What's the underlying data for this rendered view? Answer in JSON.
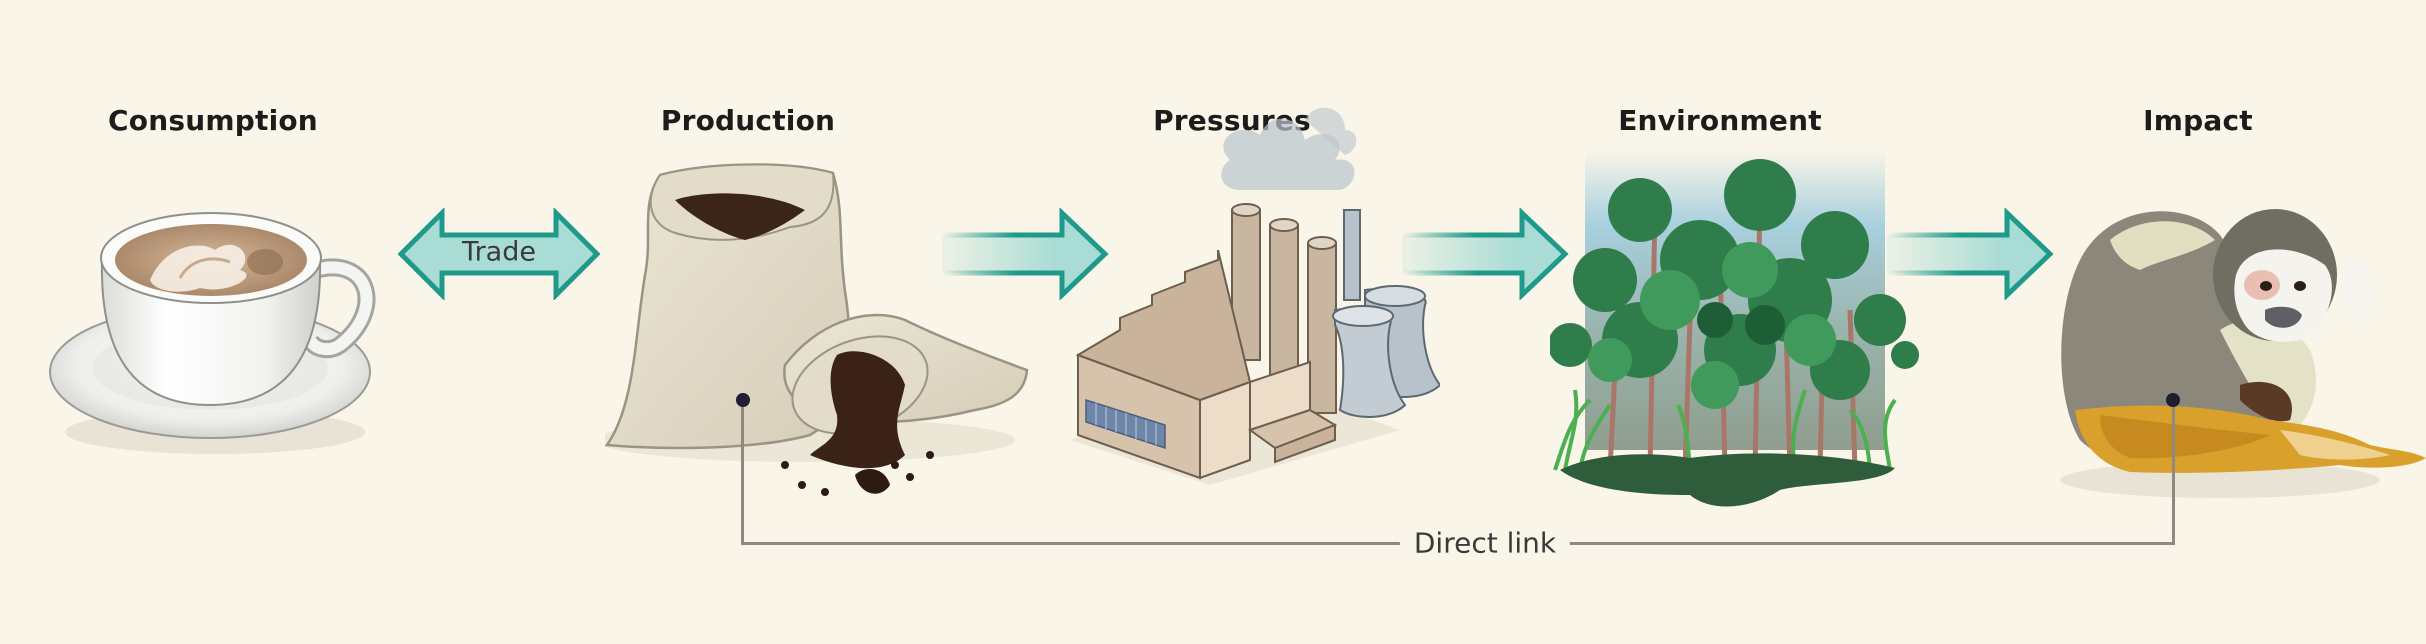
{
  "diagram": {
    "stages": [
      {
        "id": "consumption",
        "title": "Consumption",
        "icon": "coffee-cup-icon"
      },
      {
        "id": "production",
        "title": "Production",
        "icon": "coffee-sacks-icon"
      },
      {
        "id": "pressures",
        "title": "Pressures",
        "icon": "factory-icon"
      },
      {
        "id": "environment",
        "title": "Environment",
        "icon": "forest-icon"
      },
      {
        "id": "impact",
        "title": "Impact",
        "icon": "monkey-icon"
      }
    ],
    "connectors": [
      {
        "from": "consumption",
        "to": "production",
        "type": "bidirectional",
        "label": "Trade"
      },
      {
        "from": "production",
        "to": "pressures",
        "type": "forward",
        "label": ""
      },
      {
        "from": "pressures",
        "to": "environment",
        "type": "forward",
        "label": ""
      },
      {
        "from": "environment",
        "to": "impact",
        "type": "forward",
        "label": ""
      }
    ],
    "direct_link": {
      "from": "production",
      "to": "impact",
      "label": "Direct link"
    },
    "colors": {
      "background": "#f9f5e8",
      "arrow_stroke": "#1f9a8a",
      "arrow_fill": "#a9dcd5",
      "link_line": "#8e8a80",
      "link_dot": "#1e1f33"
    }
  }
}
